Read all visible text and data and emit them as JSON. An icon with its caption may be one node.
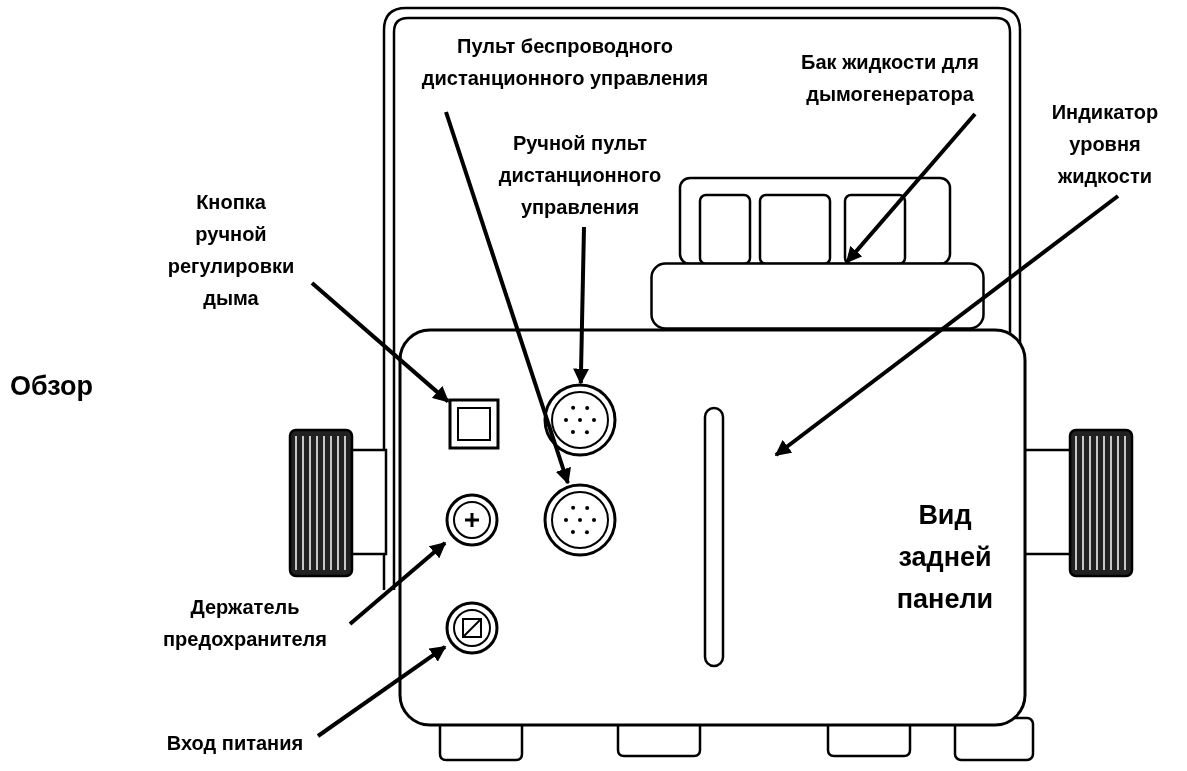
{
  "diagram": {
    "nodes": [
      {
        "text": [
          "Пульт беспроводного дистанционного управления"
        ]
      },
      {
        "text": [
          "Ручной пульт дистанционного управления"
        ]
      },
      {
        "text": [
          "Бак жидкости для дымогенератора"
        ]
      },
      {
        "text": [
          "Индикатор уровня жидкости"
        ]
      },
      {
        "text": [
          "Кнопка ручной регулировки дыма"
        ]
      },
      {
        "text": [
          "Держатель предохранителя"
        ]
      },
      {
        "text": [
          "Вход питания"
        ]
      },
      {
        "text": [],
        "shape": "circle"
      },
      {
        "text": [],
        "shape": "circle"
      },
      {
        "text": [],
        "shape": "box"
      },
      {
        "text": [],
        "shape": "circle"
      },
      {
        "text": [],
        "shape": "circle"
      },
      {
        "text": [],
        "shape": "box"
      }
    ],
    "edges": [
      {
        "from": 0,
        "to": 7,
        "arrow": "to"
      },
      {
        "from": 1,
        "to": 8,
        "arrow": "to"
      },
      {
        "from": 2,
        "to": 12,
        "arrow": "to"
      },
      {
        "from": 3,
        "to": null,
        "arrow": "to"
      },
      {
        "from": 4,
        "to": 9,
        "arrow": "to"
      },
      {
        "from": 5,
        "to": 10,
        "arrow": "to"
      },
      {
        "from": 6,
        "to": 11,
        "arrow": "to"
      }
    ],
    "labels": [
      "Обзор",
      "Вид задней панели"
    ]
  }
}
